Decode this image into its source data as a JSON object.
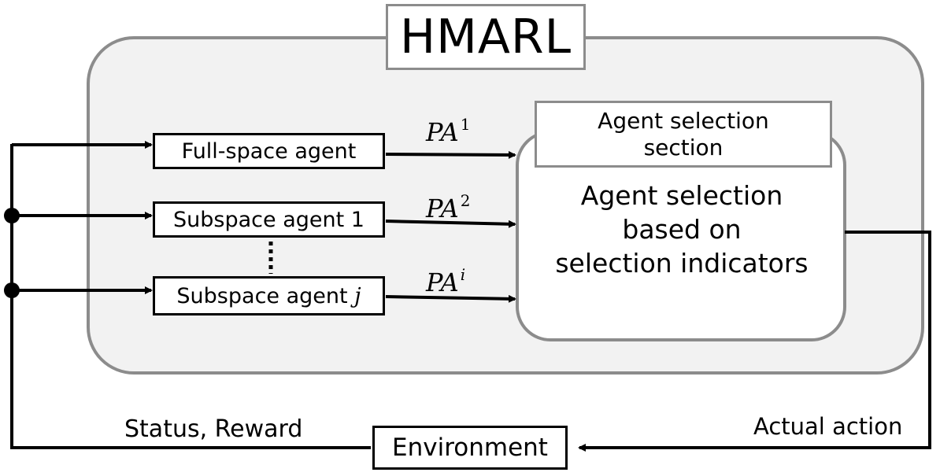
{
  "title": "HMARL",
  "agents": {
    "full_space": "Full-space agent",
    "subspace_1": "Subspace agent 1",
    "subspace_j": "Subspace agent ",
    "subspace_j_index": "j"
  },
  "proposed_actions": {
    "base": "PA",
    "pa1_sup": "1",
    "pa2_sup": "2",
    "pai_sup": "i"
  },
  "selection": {
    "header_line1": "Agent selection",
    "header_line2": "section",
    "body_line1": "Agent selection",
    "body_line2": "based on",
    "body_line3": "selection indicators"
  },
  "environment": "Environment",
  "feedback_label": "Status, Reward",
  "action_label": "Actual action",
  "colors": {
    "panel_fill": "#f2f2f2",
    "panel_border": "#8c8c8c",
    "line": "#000000"
  }
}
